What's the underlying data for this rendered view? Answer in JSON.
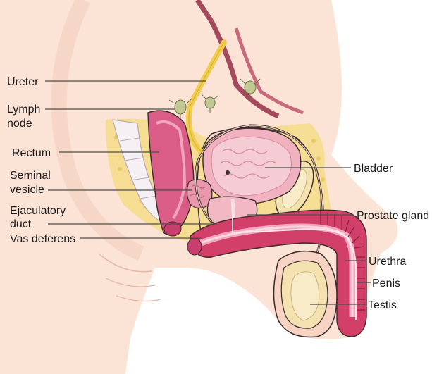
{
  "diagram": {
    "labels_left": {
      "ureter": "Ureter",
      "lymph_node_line1": "Lymph",
      "lymph_node_line2": "node",
      "rectum": "Rectum",
      "seminal_vesicle_line1": "Seminal",
      "seminal_vesicle_line2": "vesicle",
      "ejaculatory_duct_line1": "Ejaculatory",
      "ejaculatory_duct_line2": "duct",
      "vas_deferens": "Vas deferens"
    },
    "labels_right": {
      "bladder": "Bladder",
      "prostate_gland": "Prostate gland",
      "urethra": "Urethra",
      "penis": "Penis",
      "testis": "Testis"
    },
    "colors": {
      "skin": "#fbe3d6",
      "skin_shadow": "#f3cdbc",
      "fat": "#f6dd94",
      "fat_dots": "#e8c25e",
      "bone": "#f4f0f3",
      "rectum": "#d95d87",
      "bladder_wall": "#f0b2bf",
      "bladder_inner": "#f6ccd4",
      "ureter": "#f1cd4e",
      "vessel": "#a54a5d",
      "lymph_node": "#c1c892",
      "erectile_tissue": "#d2406a",
      "testis": "#f3e1b0",
      "scrotum": "#f6d3c3"
    }
  }
}
